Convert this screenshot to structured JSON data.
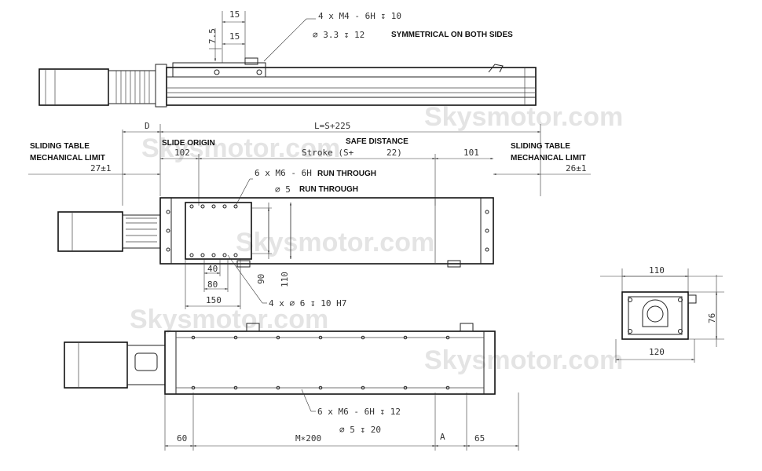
{
  "drawing": {
    "side_view": {
      "dim_15_top": "15",
      "dim_15_mid": "15",
      "dim_7_5": "7.5",
      "callout_thread": "4 x  M4 - 6H ↧ 10",
      "callout_hole": "∅ 3.3 ↧ 12",
      "note_symmetrical": "SYMMETRICAL ON BOTH SIDES"
    },
    "top_view": {
      "dim_D": "D",
      "dim_L": "L=S+225",
      "label_slide_origin": "SLIDE ORIGIN",
      "label_safe_distance": "SAFE DISTANCE",
      "label_left_limit_1": "SLIDING TABLE",
      "label_left_limit_2": "MECHANICAL LIMIT",
      "label_right_limit_1": "SLIDING TABLE",
      "label_right_limit_2": "MECHANICAL LIMIT",
      "dim_27": "27±1",
      "dim_26": "26±1",
      "dim_102": "102",
      "dim_stroke": "Stroke (S+",
      "dim_22": "22)",
      "dim_101": "101",
      "callout_m6": "6 x  M6 - 6H",
      "note_run_through_1": "RUN THROUGH",
      "callout_d5": "∅ 5",
      "note_run_through_2": "RUN THROUGH",
      "dim_40": "40",
      "dim_80": "80",
      "dim_150": "150",
      "dim_90": "90",
      "dim_110": "110",
      "callout_pin": "4 x ∅ 6 ↧ 10 H7"
    },
    "end_view": {
      "dim_110": "110",
      "dim_120": "120",
      "dim_76": "76"
    },
    "bottom_view": {
      "callout_m6": "6 x  M6 - 6H ↧ 12",
      "callout_d5": "∅ 5 ↧ 20",
      "dim_60": "60",
      "dim_m200": "M∗200",
      "dim_A": "A",
      "dim_65": "65"
    },
    "watermark": "Skysmotor.com"
  }
}
